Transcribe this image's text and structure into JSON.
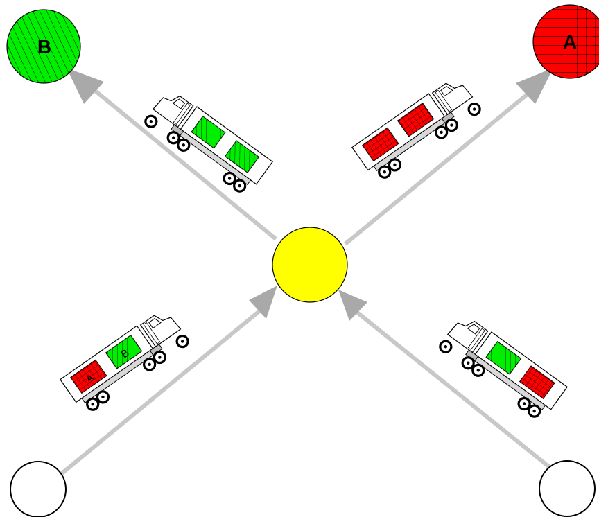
{
  "nodes": {
    "dest_a": {
      "label": "A",
      "fill": "#ff0000"
    },
    "dest_b": {
      "label": "B",
      "fill": "#00ee00"
    },
    "hub": {
      "fill": "#ffff00"
    },
    "origin_left": {
      "fill": "#ffffff"
    },
    "origin_right": {
      "fill": "#ffffff"
    }
  },
  "cargo": {
    "mixed_truck": {
      "box_1_label": "A",
      "box_2_label": "B"
    }
  },
  "colors": {
    "arrow": "#c8c8c8",
    "arrow_head": "#a9a9a9",
    "cargo_a": "#ff0000",
    "cargo_b": "#00ee00",
    "outline": "#000000"
  }
}
